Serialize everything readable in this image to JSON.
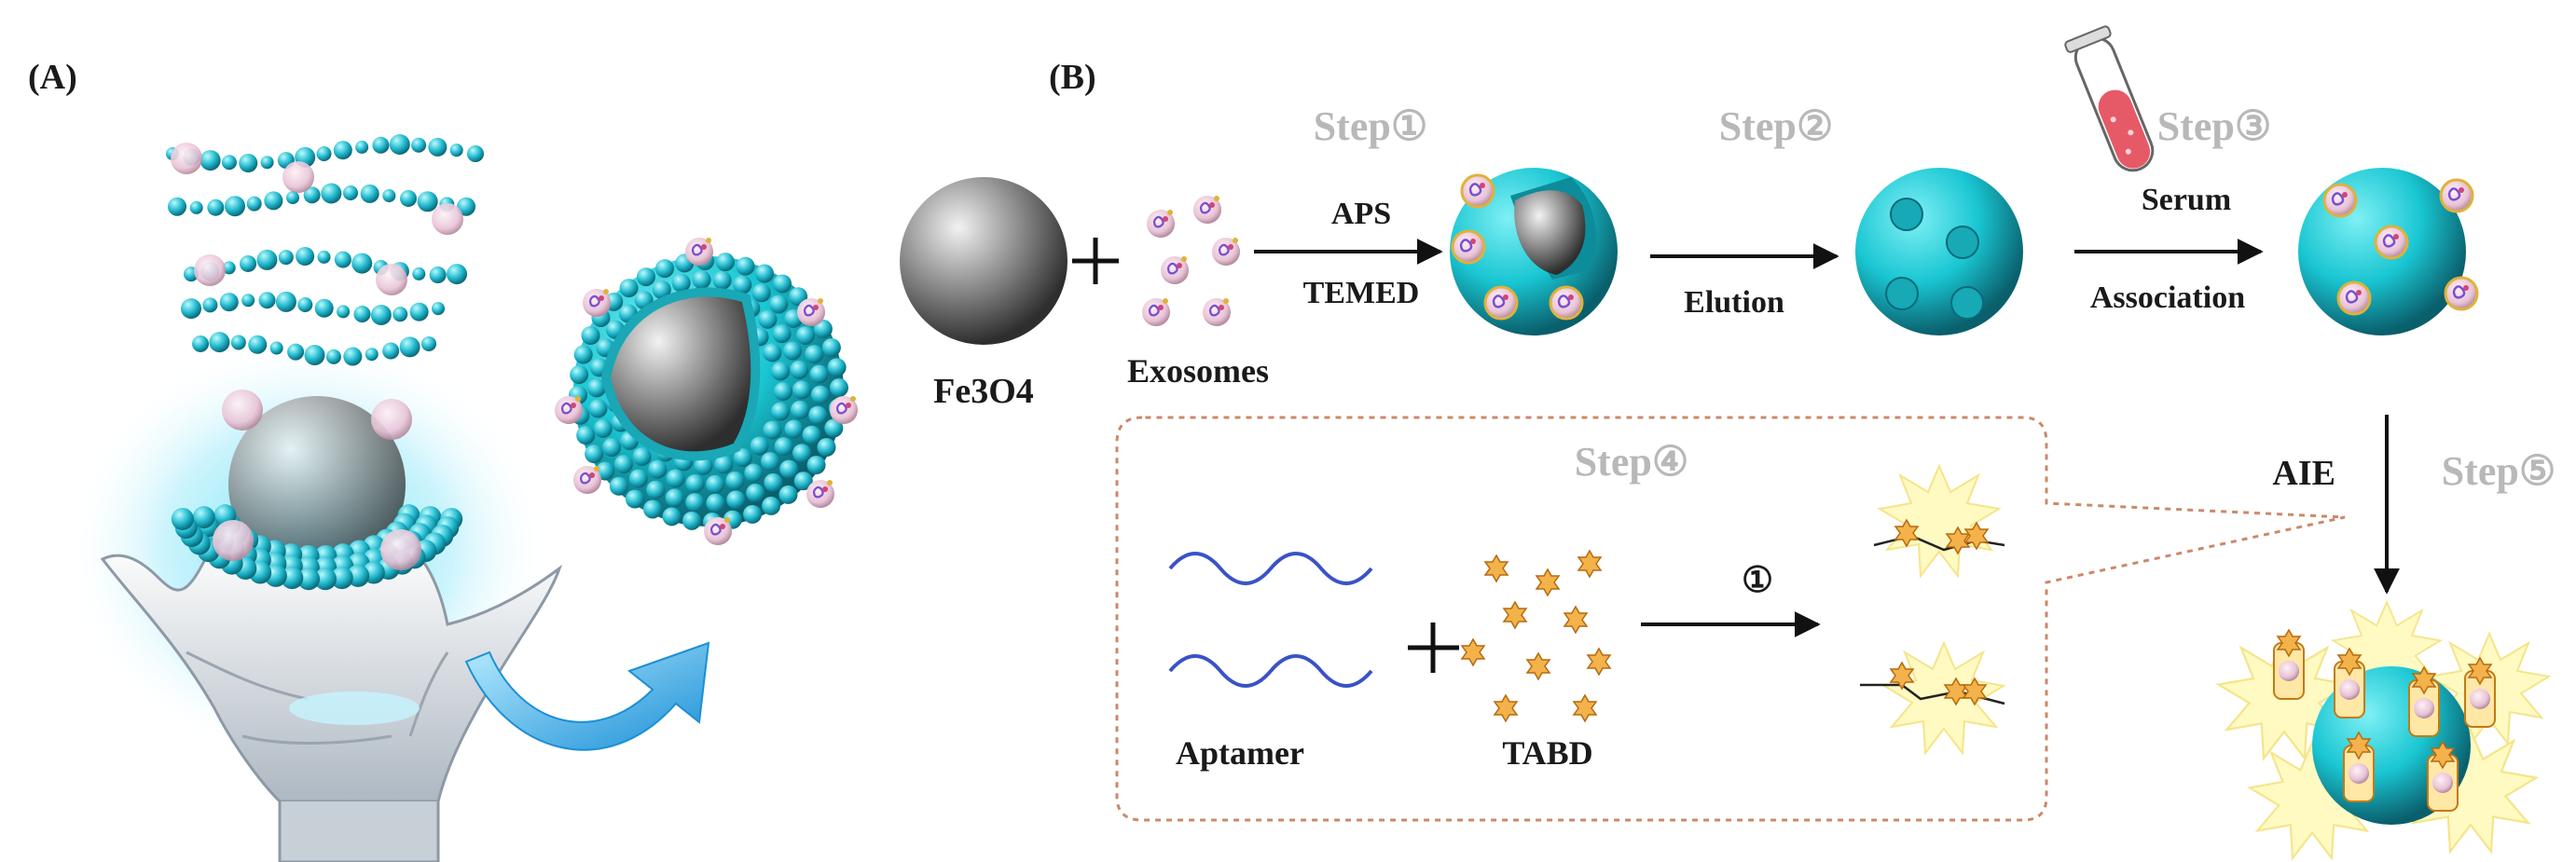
{
  "panel_a": {
    "label": "(A)"
  },
  "panel_b": {
    "label": "(B)",
    "steps": {
      "s1": "Step①",
      "s2": "Step②",
      "s3": "Step③",
      "s4": "Step④",
      "s5": "Step⑤"
    },
    "labels": {
      "fe3o4": "Fe3O4",
      "exosomes": "Exosomes",
      "aps": "APS",
      "temed": "TEMED",
      "elution": "Elution",
      "serum": "Serum",
      "association": "Association",
      "aie": "AIE",
      "aptamer": "Aptamer",
      "tabd": "TABD",
      "circle_one": "①"
    }
  },
  "colors": {
    "shell": "#19c6d2",
    "core": "#7f7f7f",
    "glow": "#4fd8f5",
    "exosome": "#e8c9a0",
    "star": "#e4a23a",
    "aptamer": "#3a52c8",
    "callout_border": "#c98a6a",
    "burst": "#ffee00",
    "step_gray": "#b8b8b8"
  },
  "icons": {
    "hand": "robotic-hand-icon",
    "curved_arrow": "curved-arrow-icon",
    "test_tube": "test-tube-icon"
  }
}
